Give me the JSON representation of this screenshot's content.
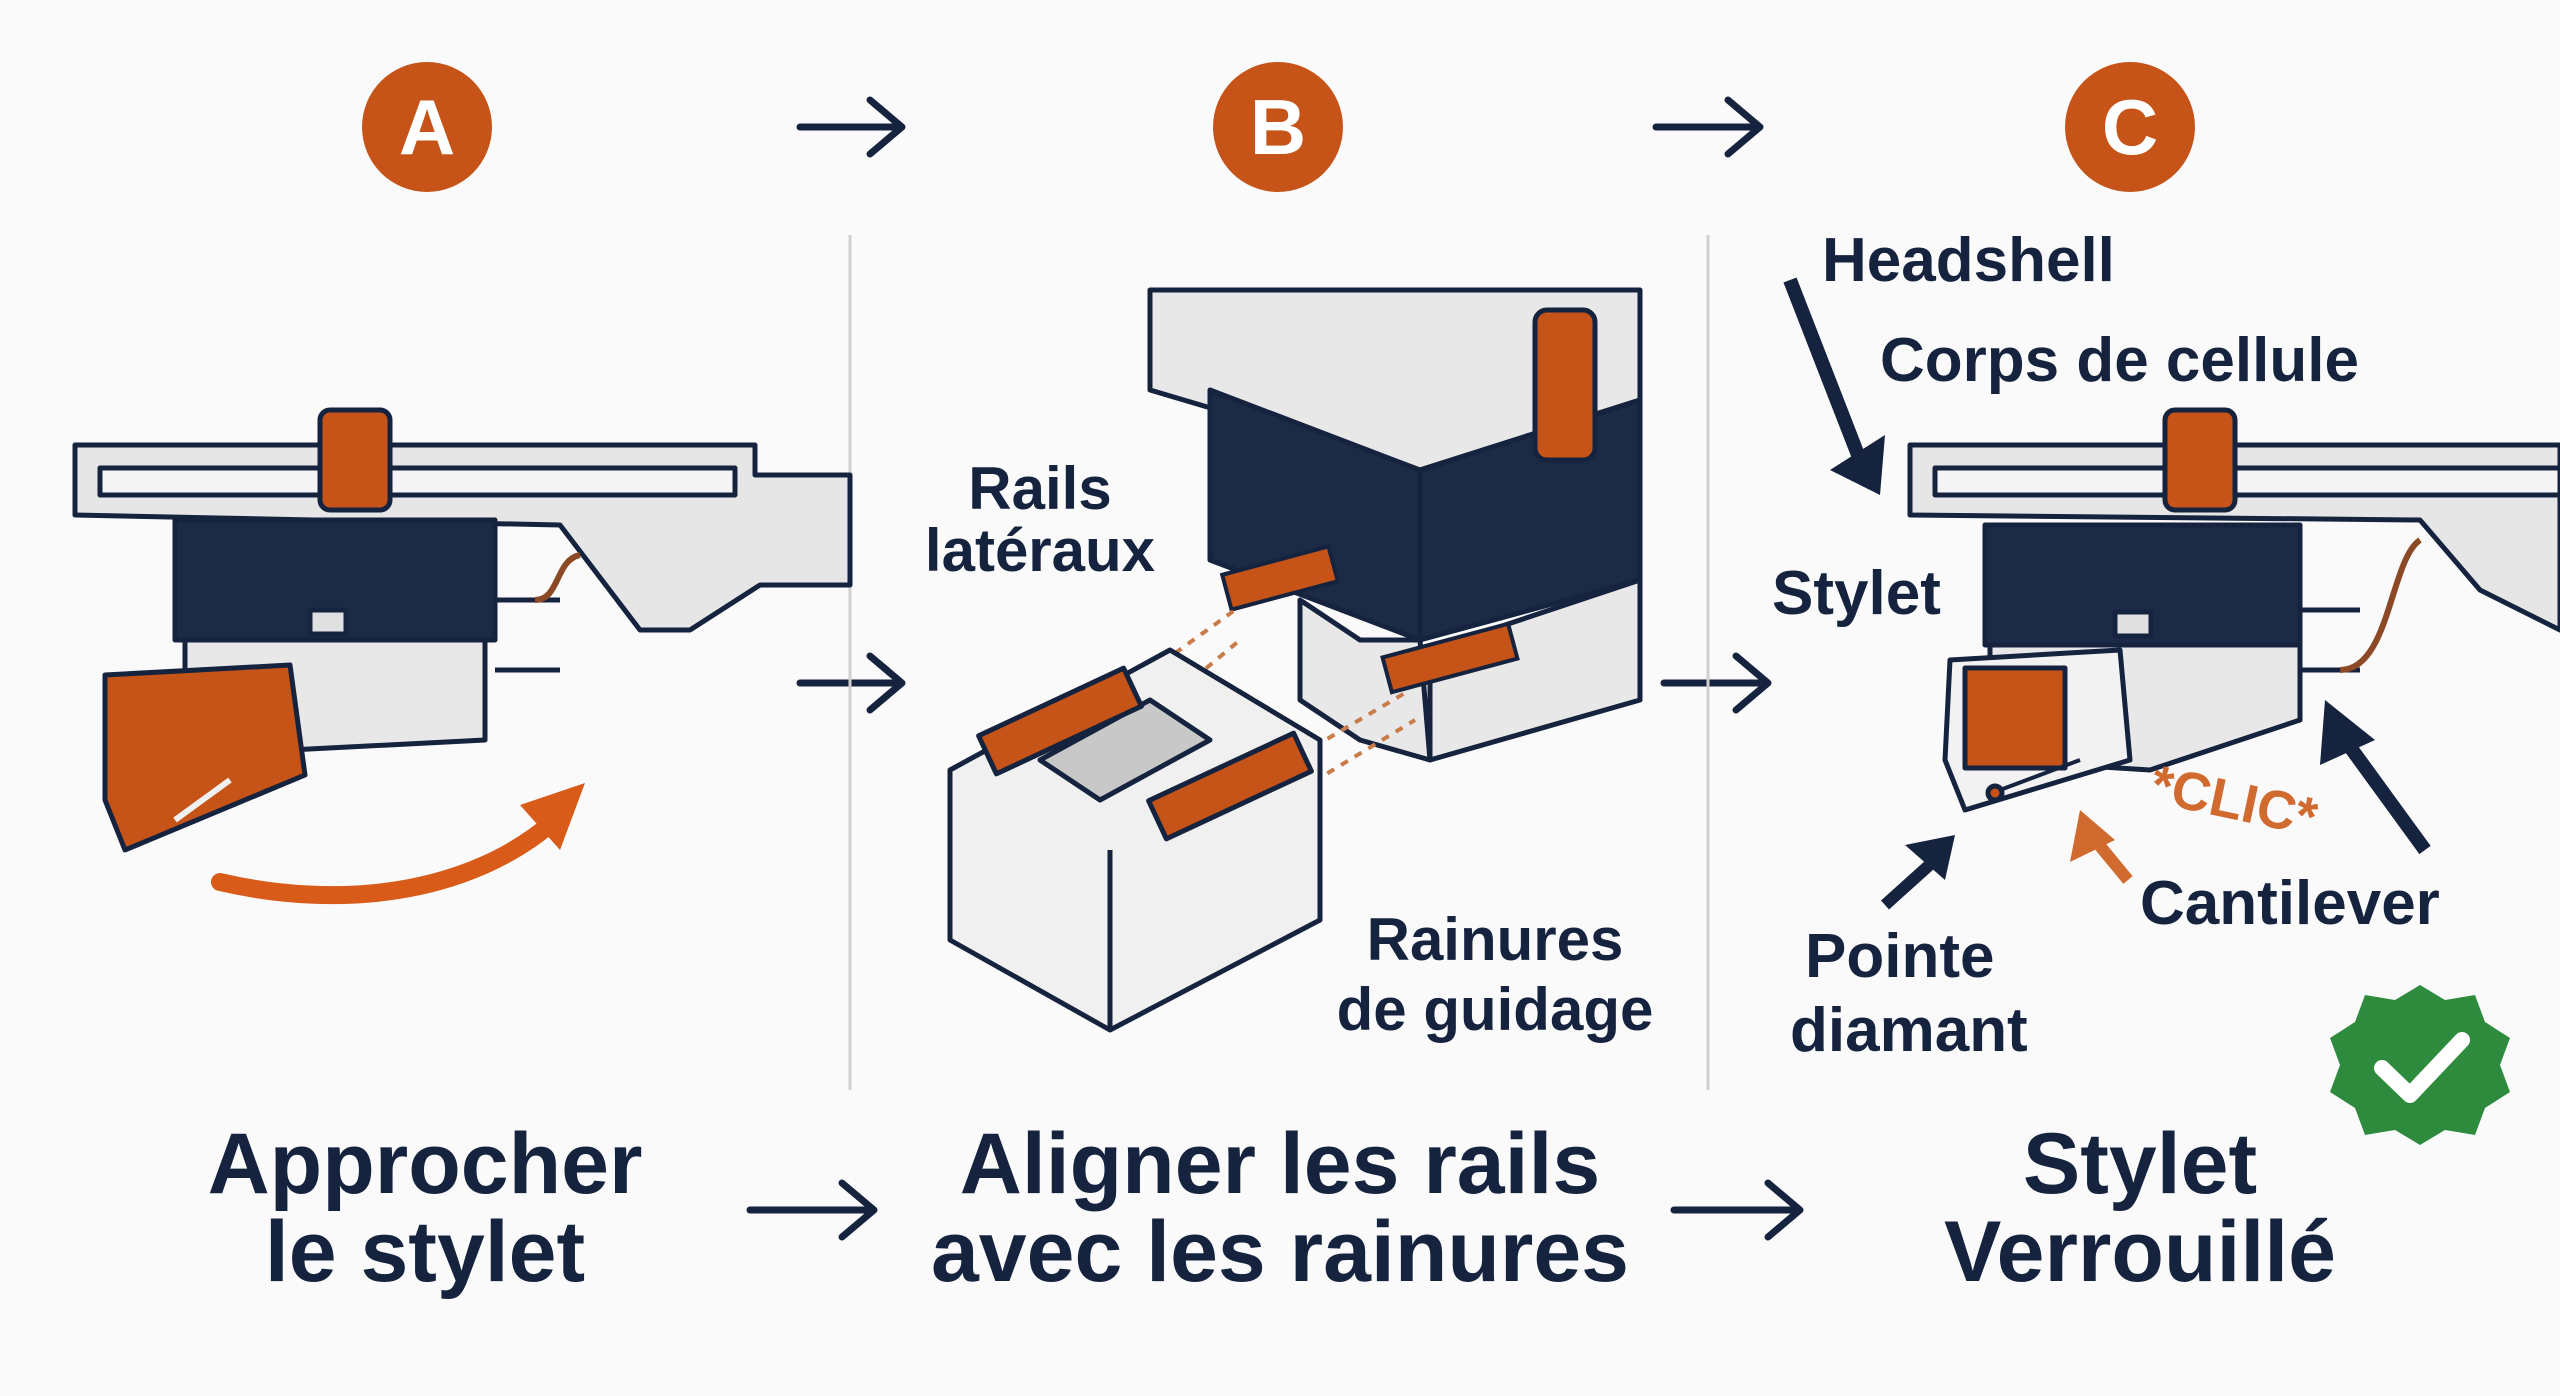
{
  "steps": [
    {
      "letter": "A",
      "caption_line1": "Approcher",
      "caption_line2": "le stylet"
    },
    {
      "letter": "B",
      "caption_line1": "Aligner les rails",
      "caption_line2": "avec les rainures"
    },
    {
      "letter": "C",
      "caption_line1": "Stylet",
      "caption_line2": "Verrouillé"
    }
  ],
  "labels": {
    "rails_line1": "Rails",
    "rails_line2": "latéraux",
    "grooves_line1": "Rainures",
    "grooves_line2": "de guidage",
    "headshell": "Headshell",
    "cartridge_body": "Corps de cellule",
    "stylus": "Stylet",
    "clic": "*CLIC*",
    "cantilever": "Cantilever",
    "diamond_line1": "Pointe",
    "diamond_line2": "diamant"
  },
  "colors": {
    "accent": "#c65418",
    "navy": "#15233f",
    "check": "#2e8b3e",
    "light": "#e6e6e6"
  }
}
